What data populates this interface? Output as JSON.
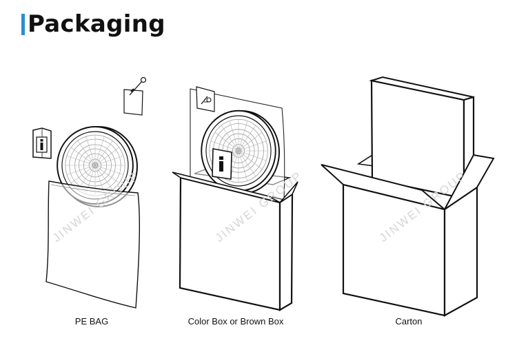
{
  "page": {
    "title": "Packaging"
  },
  "watermark": "JINWEI GROUP",
  "items": [
    {
      "label": "PE BAG"
    },
    {
      "label": "Color Box or Brown Box"
    },
    {
      "label": "Carton"
    }
  ],
  "colors": {
    "accent": "#2a8fd0",
    "line": "#111111",
    "watermark": "#d6d6d6"
  }
}
